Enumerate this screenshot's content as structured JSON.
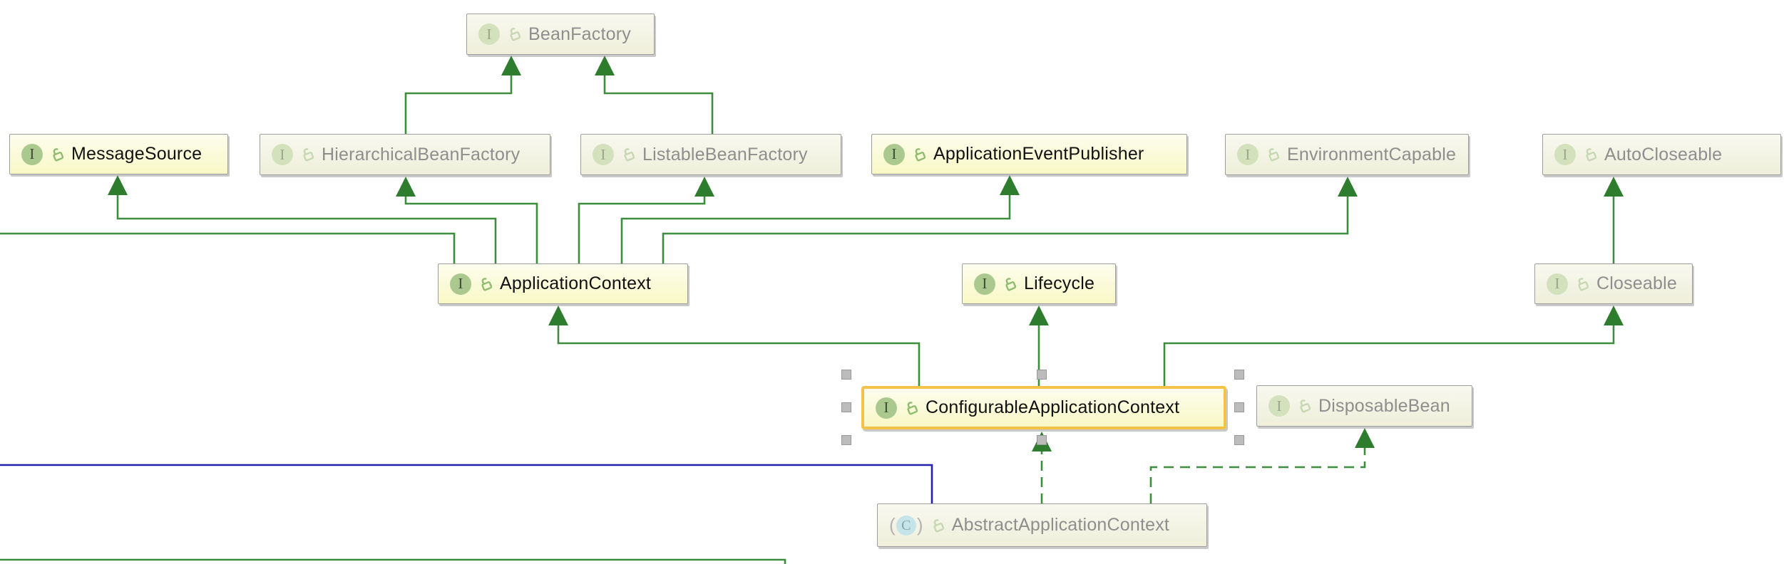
{
  "diagram": {
    "tool": "uml-class-diagram",
    "nodes": [
      {
        "label": "BeanFactory",
        "kind": "interface",
        "emphasis": "muted",
        "selected": false
      },
      {
        "label": "MessageSource",
        "kind": "interface",
        "emphasis": "highlighted",
        "selected": false
      },
      {
        "label": "HierarchicalBeanFactory",
        "kind": "interface",
        "emphasis": "muted",
        "selected": false
      },
      {
        "label": "ListableBeanFactory",
        "kind": "interface",
        "emphasis": "muted",
        "selected": false
      },
      {
        "label": "ApplicationEventPublisher",
        "kind": "interface",
        "emphasis": "highlighted",
        "selected": false
      },
      {
        "label": "EnvironmentCapable",
        "kind": "interface",
        "emphasis": "muted",
        "selected": false
      },
      {
        "label": "AutoCloseable",
        "kind": "interface",
        "emphasis": "muted",
        "selected": false
      },
      {
        "label": "ApplicationContext",
        "kind": "interface",
        "emphasis": "highlighted",
        "selected": false
      },
      {
        "label": "Lifecycle",
        "kind": "interface",
        "emphasis": "highlighted",
        "selected": false
      },
      {
        "label": "Closeable",
        "kind": "interface",
        "emphasis": "muted",
        "selected": false
      },
      {
        "label": "ConfigurableApplicationContext",
        "kind": "interface",
        "emphasis": "highlighted",
        "selected": true
      },
      {
        "label": "DisposableBean",
        "kind": "interface",
        "emphasis": "muted",
        "selected": false
      },
      {
        "label": "AbstractApplicationContext",
        "kind": "class",
        "emphasis": "muted",
        "selected": false
      }
    ],
    "badges": {
      "interface": "I",
      "class": "C",
      "class_paren_open": "(",
      "class_paren_close": ")"
    },
    "edges": [
      {
        "from": "HierarchicalBeanFactory",
        "to": "BeanFactory",
        "relation": "extends",
        "line": "solid",
        "color": "green"
      },
      {
        "from": "ListableBeanFactory",
        "to": "BeanFactory",
        "relation": "extends",
        "line": "solid",
        "color": "green"
      },
      {
        "from": "ApplicationContext",
        "to": "offscreen-left",
        "relation": "extends",
        "line": "solid",
        "color": "green"
      },
      {
        "from": "ApplicationContext",
        "to": "MessageSource",
        "relation": "extends",
        "line": "solid",
        "color": "green"
      },
      {
        "from": "ApplicationContext",
        "to": "HierarchicalBeanFactory",
        "relation": "extends",
        "line": "solid",
        "color": "green"
      },
      {
        "from": "ApplicationContext",
        "to": "ListableBeanFactory",
        "relation": "extends",
        "line": "solid",
        "color": "green"
      },
      {
        "from": "ApplicationContext",
        "to": "ApplicationEventPublisher",
        "relation": "extends",
        "line": "solid",
        "color": "green"
      },
      {
        "from": "ApplicationContext",
        "to": "EnvironmentCapable",
        "relation": "extends",
        "line": "solid",
        "color": "green"
      },
      {
        "from": "Closeable",
        "to": "AutoCloseable",
        "relation": "extends",
        "line": "solid",
        "color": "green"
      },
      {
        "from": "ConfigurableApplicationContext",
        "to": "ApplicationContext",
        "relation": "extends",
        "line": "solid",
        "color": "green"
      },
      {
        "from": "ConfigurableApplicationContext",
        "to": "Lifecycle",
        "relation": "extends",
        "line": "solid",
        "color": "green"
      },
      {
        "from": "ConfigurableApplicationContext",
        "to": "Closeable",
        "relation": "extends",
        "line": "solid",
        "color": "green"
      },
      {
        "from": "AbstractApplicationContext",
        "to": "ConfigurableApplicationContext",
        "relation": "implements",
        "line": "dashed",
        "color": "green"
      },
      {
        "from": "AbstractApplicationContext",
        "to": "DisposableBean",
        "relation": "implements",
        "line": "dashed",
        "color": "green"
      },
      {
        "from": "AbstractApplicationContext",
        "to": "offscreen-left",
        "relation": "extends",
        "line": "solid",
        "color": "blue"
      },
      {
        "from": "offscreen-bottom-left",
        "to": "offscreen",
        "relation": "unknown",
        "line": "solid",
        "color": "green"
      }
    ],
    "colors": {
      "edge_green": "#3e8c3e",
      "arrowhead_green": "#2e7d2e",
      "edge_blue": "#2222b0",
      "highlight_fill_top": "#fdfdee",
      "highlight_fill_bottom": "#f8f8c6",
      "muted_fill_top": "#f8f8ef",
      "muted_fill_bottom": "#efefdb",
      "node_border": "#9e9e9e",
      "selection_border": "#f2c347",
      "selection_handle": "#bcbcbc",
      "text_highlighted": "#111111",
      "text_muted": "#8e8e8e",
      "interface_badge_bg": "#abc98e",
      "class_badge_bg": "#c5e4e9"
    }
  }
}
